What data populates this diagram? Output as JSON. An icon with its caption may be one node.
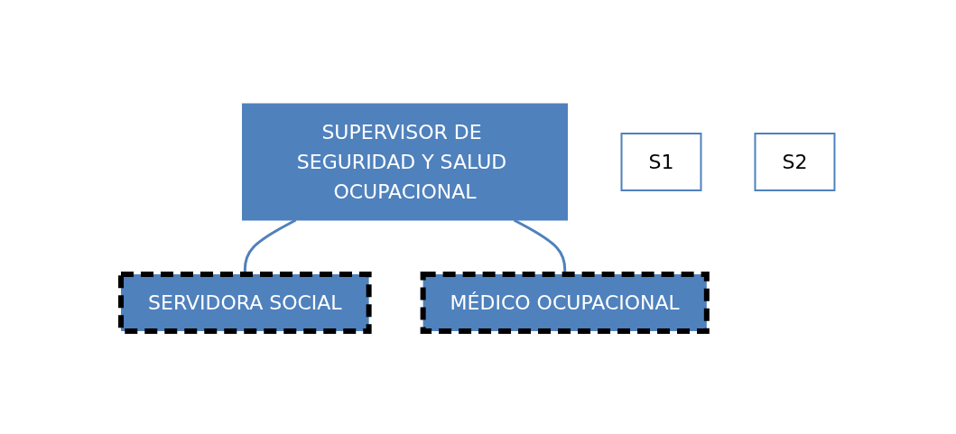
{
  "diagram": {
    "nodes": [
      {
        "text": [
          "SUPERVISOR DE SEGURIDAD Y SALUD OCUPACIONAL"
        ]
      },
      {
        "text": [
          "S1"
        ]
      },
      {
        "text": [
          "SERVIDORA SOCIAL"
        ]
      },
      {
        "text": [
          "S2"
        ]
      },
      {
        "text": [
          "MÉDICO OCUPACIONAL"
        ]
      }
    ],
    "edges": [
      {
        "from": 0,
        "to": 2,
        "arrow": "none"
      },
      {
        "from": 0,
        "to": 4,
        "arrow": "none"
      }
    ]
  }
}
